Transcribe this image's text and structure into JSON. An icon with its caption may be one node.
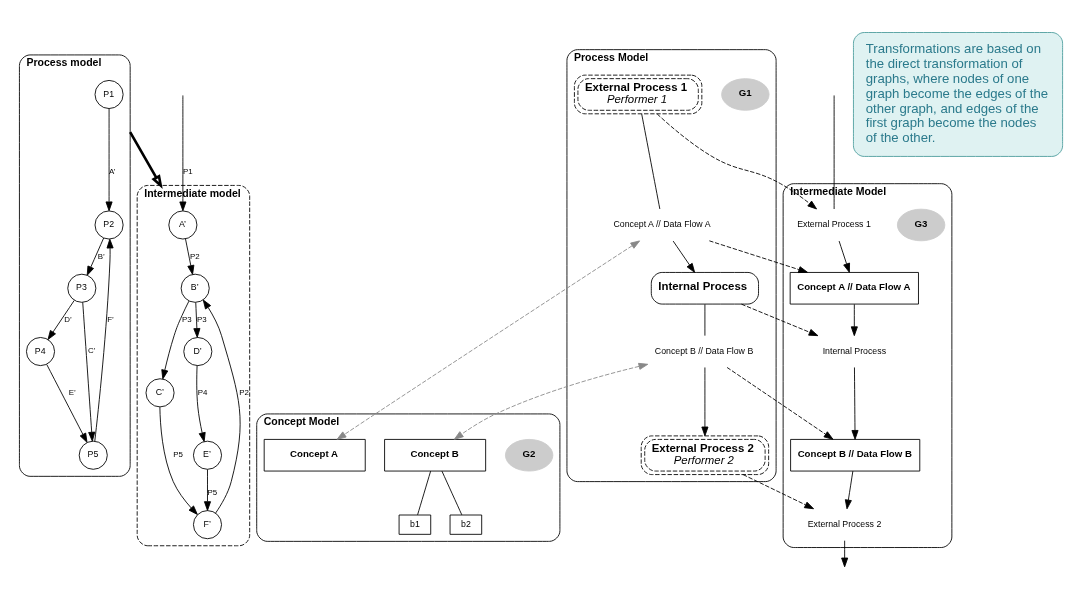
{
  "diagram": {
    "nodes": [
      {
        "text": [
          "Process model"
        ]
      },
      {
        "text": [
          "P1"
        ],
        "in": 0
      },
      {
        "text": [
          "P2"
        ],
        "in": 0
      },
      {
        "text": [
          "P3"
        ],
        "in": 0
      },
      {
        "text": [
          "P4"
        ],
        "in": 0
      },
      {
        "text": [
          "P5"
        ],
        "in": 0
      },
      {
        "text": [
          "Intermediate model"
        ]
      },
      {
        "text": [
          "A’"
        ],
        "in": 6
      },
      {
        "text": [
          "B’"
        ],
        "in": 6
      },
      {
        "text": [
          "C’"
        ],
        "in": 6
      },
      {
        "text": [
          "D’"
        ],
        "in": 6
      },
      {
        "text": [
          "E’"
        ],
        "in": 6
      },
      {
        "text": [
          "F’"
        ],
        "in": 6
      },
      {
        "text": [
          "Process Model"
        ]
      },
      {
        "text": [
          "G1"
        ],
        "in": 13
      },
      {
        "text": [
          "External Process 1",
          "Performer 1"
        ],
        "in": 13
      },
      {
        "text": [
          "Concept A // Data Flow A"
        ],
        "in": 13
      },
      {
        "text": [
          "Internal Process"
        ],
        "in": 13
      },
      {
        "text": [
          "Concept B // Data Flow B"
        ],
        "in": 13
      },
      {
        "text": [
          "External Process 2",
          "Performer 2"
        ],
        "in": 13
      },
      {
        "text": [
          "Concept Model"
        ]
      },
      {
        "text": [
          "G2"
        ],
        "in": 20
      },
      {
        "text": [
          "Concept A"
        ],
        "in": 20
      },
      {
        "text": [
          "Concept B"
        ],
        "in": 20
      },
      {
        "text": [
          "b1"
        ],
        "in": 20
      },
      {
        "text": [
          "b2"
        ],
        "in": 20
      },
      {
        "text": [
          "Intermediate Model"
        ]
      },
      {
        "text": [
          "G3"
        ],
        "in": 26
      },
      {
        "text": [
          "External Process 1"
        ],
        "in": 26
      },
      {
        "text": [
          "Concept A // Data Flow A"
        ],
        "in": 26
      },
      {
        "text": [
          "Internal Process"
        ],
        "in": 26
      },
      {
        "text": [
          "Concept B // Data Flow B"
        ],
        "in": 26
      },
      {
        "text": [
          "External Process 2"
        ],
        "in": 26
      },
      {
        "text": [
          "Transformations are based on the direct transformation of graphs, where nodes of one graph become the edges of the other graph, and edges of the first graph become the nodes of the other."
        ]
      }
    ],
    "edges": [
      {
        "from": 1,
        "to": 2,
        "arrow": "to",
        "label": "A’"
      },
      {
        "from": 2,
        "to": 3,
        "arrow": "to",
        "label": "B’"
      },
      {
        "from": 3,
        "to": 4,
        "arrow": "to",
        "label": "D’"
      },
      {
        "from": 3,
        "to": 5,
        "arrow": "to",
        "label": "C’"
      },
      {
        "from": 4,
        "to": 5,
        "arrow": "to",
        "label": "E’"
      },
      {
        "from": 5,
        "to": 2,
        "arrow": "to",
        "label": "F’"
      },
      {
        "from": null,
        "to": 7,
        "arrow": "to",
        "label": "P1"
      },
      {
        "from": 7,
        "to": 8,
        "arrow": "to",
        "label": "P2"
      },
      {
        "from": 8,
        "to": 10,
        "arrow": "to",
        "label": "P3"
      },
      {
        "from": 8,
        "to": 9,
        "arrow": "to",
        "label": "P3"
      },
      {
        "from": 10,
        "to": 11,
        "arrow": "to",
        "label": "P4"
      },
      {
        "from": 11,
        "to": 12,
        "arrow": "to",
        "label": "P5"
      },
      {
        "from": 9,
        "to": 12,
        "arrow": "to",
        "label": "P5"
      },
      {
        "from": 12,
        "to": 8,
        "arrow": "to",
        "label": "P2"
      },
      {
        "from": 0,
        "to": 6,
        "arrow": "to",
        "style": "thick"
      },
      {
        "from": 15,
        "to": 16,
        "arrow": "none"
      },
      {
        "from": 16,
        "to": 17,
        "arrow": "to"
      },
      {
        "from": 17,
        "to": 18,
        "arrow": "none"
      },
      {
        "from": 18,
        "to": 19,
        "arrow": "to"
      },
      {
        "from": 16,
        "to": 22,
        "arrow": "both",
        "style": "dashed",
        "color": "#888888"
      },
      {
        "from": 18,
        "to": 23,
        "arrow": "both",
        "style": "dashed",
        "color": "#888888"
      },
      {
        "from": 23,
        "to": 24,
        "arrow": "none"
      },
      {
        "from": 23,
        "to": 25,
        "arrow": "none"
      },
      {
        "from": 15,
        "to": 28,
        "arrow": "to",
        "style": "dashed"
      },
      {
        "from": 17,
        "to": 30,
        "arrow": "to",
        "style": "dashed"
      },
      {
        "from": 19,
        "to": 32,
        "arrow": "to",
        "style": "dashed"
      },
      {
        "from": 16,
        "to": 29,
        "arrow": "to",
        "style": "dashed"
      },
      {
        "from": 18,
        "to": 31,
        "arrow": "to",
        "style": "dashed"
      },
      {
        "from": null,
        "to": 28,
        "arrow": "none"
      },
      {
        "from": 28,
        "to": 29,
        "arrow": "to"
      },
      {
        "from": 29,
        "to": 30,
        "arrow": "to"
      },
      {
        "from": 30,
        "to": 31,
        "arrow": "to"
      },
      {
        "from": 31,
        "to": 32,
        "arrow": "to"
      },
      {
        "from": 32,
        "to": null,
        "arrow": "to"
      }
    ]
  }
}
